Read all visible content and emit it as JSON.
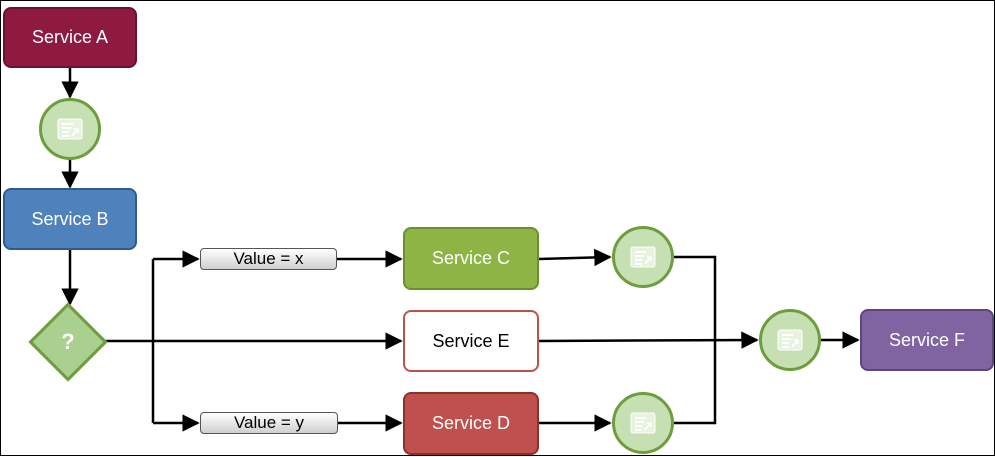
{
  "services": {
    "a": {
      "label": "Service A",
      "color": "#8e1a40"
    },
    "b": {
      "label": "Service B",
      "color": "#4f81bd"
    },
    "c": {
      "label": "Service C",
      "color": "#8fb446"
    },
    "d": {
      "label": "Service D",
      "color": "#c0504d"
    },
    "e": {
      "label": "Service E",
      "color": "#ffffff"
    },
    "f": {
      "label": "Service F",
      "color": "#8064a2"
    }
  },
  "conditions": {
    "x": "Value = x",
    "y": "Value = y"
  },
  "decision": {
    "label": "?"
  },
  "transform_icon": "document-transform-icon"
}
